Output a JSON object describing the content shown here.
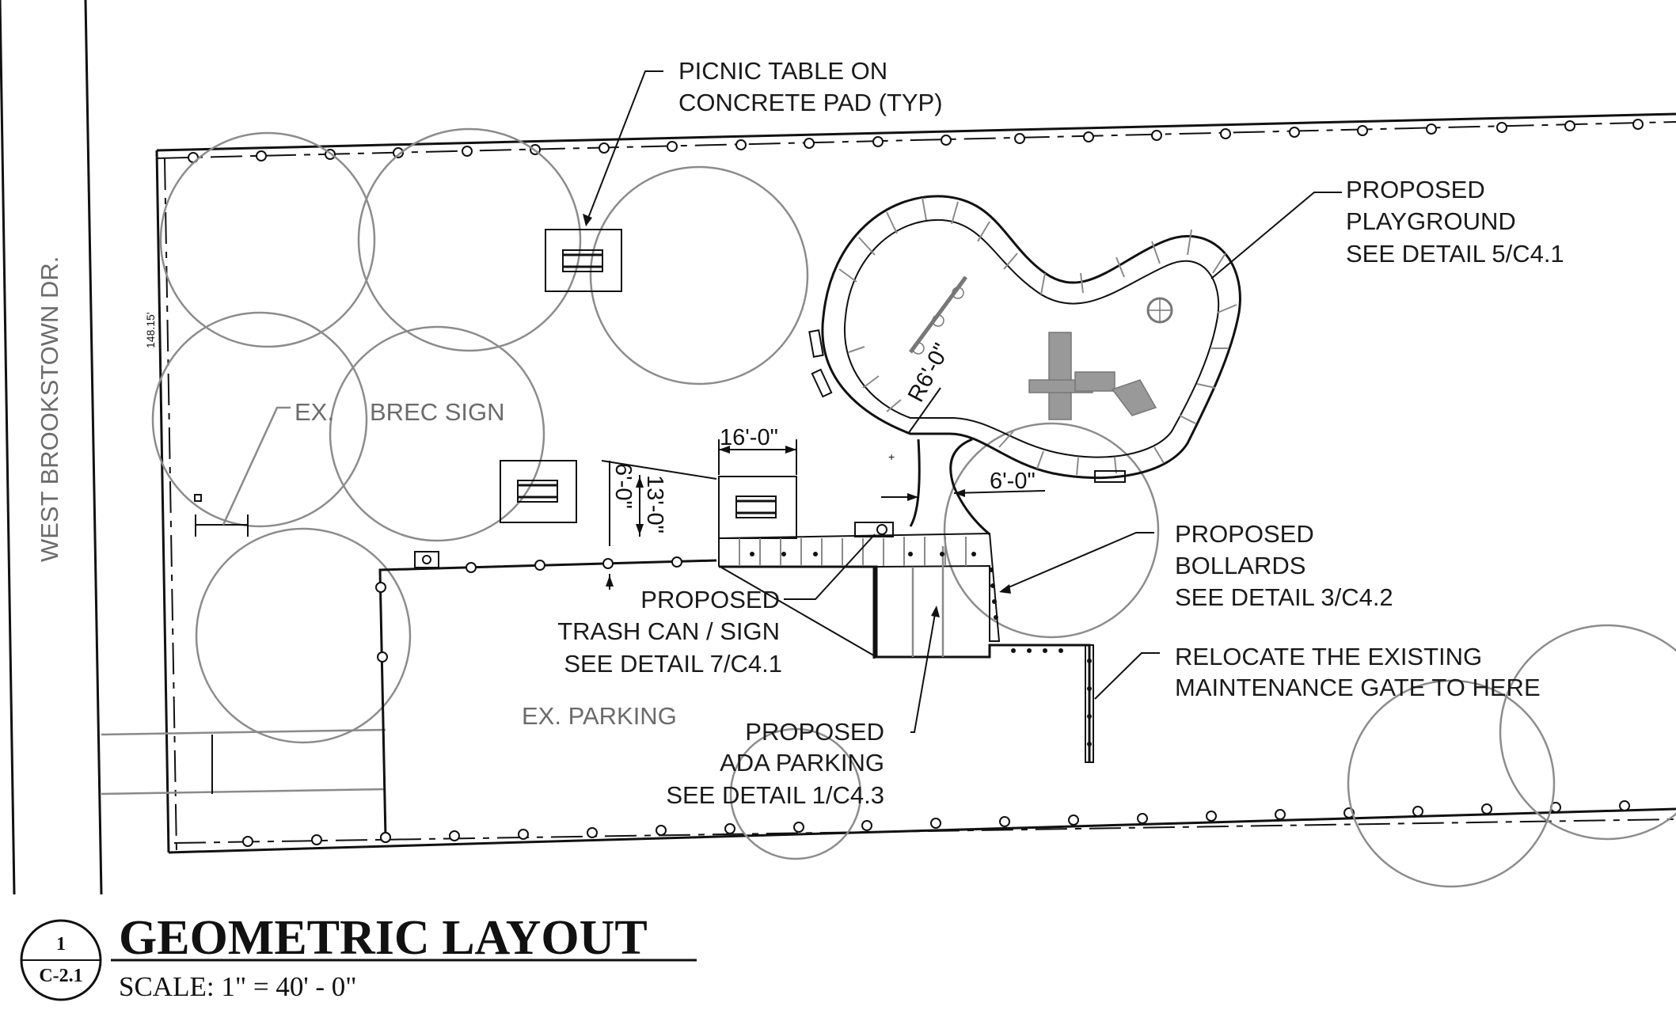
{
  "street": {
    "name": "WEST BROOKSTOWN DR."
  },
  "dimensions": {
    "property_depth": "148.15'",
    "pad_width": "16'-0\"",
    "pad_depth": "13'-0\"",
    "clearance": "6'-0\"",
    "walk_width": "6'-0\"",
    "radius": "R6'-0\""
  },
  "callouts": {
    "picnic_table": [
      "PICNIC TABLE ON",
      "CONCRETE PAD (TYP)"
    ],
    "playground": [
      "PROPOSED",
      "PLAYGROUND",
      "SEE DETAIL 5/C4.1"
    ],
    "bollards": [
      "PROPOSED",
      "BOLLARDS",
      "SEE DETAIL 3/C4.2"
    ],
    "gate": [
      "RELOCATE THE EXISTING",
      "MAINTENANCE GATE TO HERE"
    ],
    "trash_can": [
      "PROPOSED",
      "TRASH CAN / SIGN",
      "SEE DETAIL 7/C4.1"
    ],
    "ada_parking": [
      "PROPOSED",
      "ADA PARKING",
      "SEE DETAIL 1/C4.3"
    ],
    "ex_sign": [
      "EX.",
      "BREC SIGN"
    ],
    "ex_parking": "EX. PARKING"
  },
  "title_block": {
    "drawing_number": "1",
    "sheet": "C-2.1",
    "title": "GEOMETRIC LAYOUT",
    "scale": "SCALE: 1\" = 40' - 0\""
  },
  "colors": {
    "linework": "#111111",
    "existing": "#8c8c8c",
    "background": "#ffffff"
  }
}
